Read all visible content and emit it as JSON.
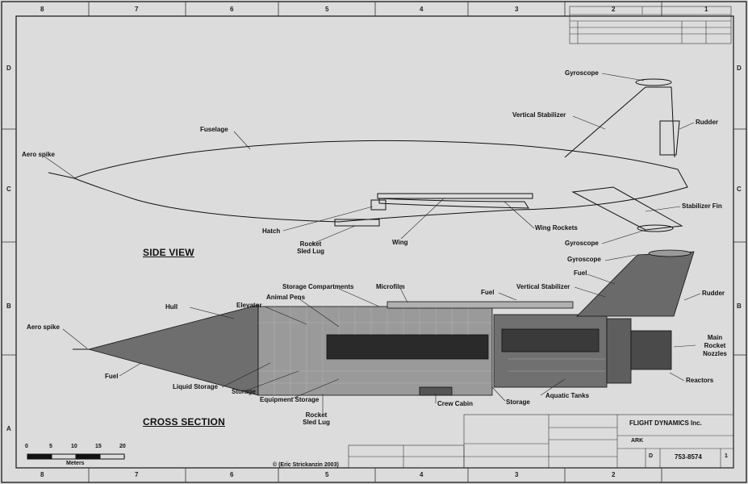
{
  "zones": {
    "top": [
      "8",
      "7",
      "6",
      "5",
      "4",
      "3",
      "2",
      "1"
    ],
    "side": [
      "D",
      "C",
      "B",
      "A"
    ]
  },
  "side_view": {
    "title": "SIDE VIEW",
    "labels": {
      "gyroscope_top": "Gyroscope",
      "vertical_stabilizer": "Vertical Stabilizer",
      "rudder": "Rudder",
      "fuselage": "Fuselage",
      "aero_spike": "Aero spike",
      "stabilizer_fin": "Stabilizer Fin",
      "hatch": "Hatch",
      "wing_rockets": "Wing Rockets",
      "rocket_sled_lug": "Rocket Sled Lug",
      "wing": "Wing",
      "gyroscope_bottom": "Gyroscope"
    }
  },
  "cross_section": {
    "title": "CROSS SECTION",
    "labels": {
      "gyroscope": "Gyroscope",
      "fuel_top": "Fuel",
      "vertical_stabilizer": "Vertical Stabilizer",
      "rudder": "Rudder",
      "storage_compartments": "Storage Compartments",
      "microfilm": "Microfilm",
      "fuel_mid": "Fuel",
      "animal_pens": "Animal Pens",
      "elevator": "Elevator",
      "hull": "Hull",
      "aero_spike": "Aero spike",
      "main_rocket_nozzles": "Main Rocket Nozzles",
      "fuel_bottom": "Fuel",
      "liquid_storage": "Liquid Storage",
      "storage_left": "Storage",
      "equipment_storage": "Equipment Storage",
      "crew_cabin": "Crew Cabin",
      "storage_right": "Storage",
      "aquatic_tanks": "Aquatic Tanks",
      "reactors": "Reactors",
      "rocket_sled_lug": "Rocket Sled Lug"
    }
  },
  "scale": {
    "ticks": [
      "0",
      "5",
      "10",
      "15",
      "20"
    ],
    "unit": "Meters"
  },
  "copyright": "© (Eric Strickanzin 2003)",
  "title_block": {
    "company": "FLIGHT DYNAMICS Inc.",
    "title": "ARK",
    "drawing_number": "753-8574",
    "size": "D",
    "sheet": "1"
  }
}
